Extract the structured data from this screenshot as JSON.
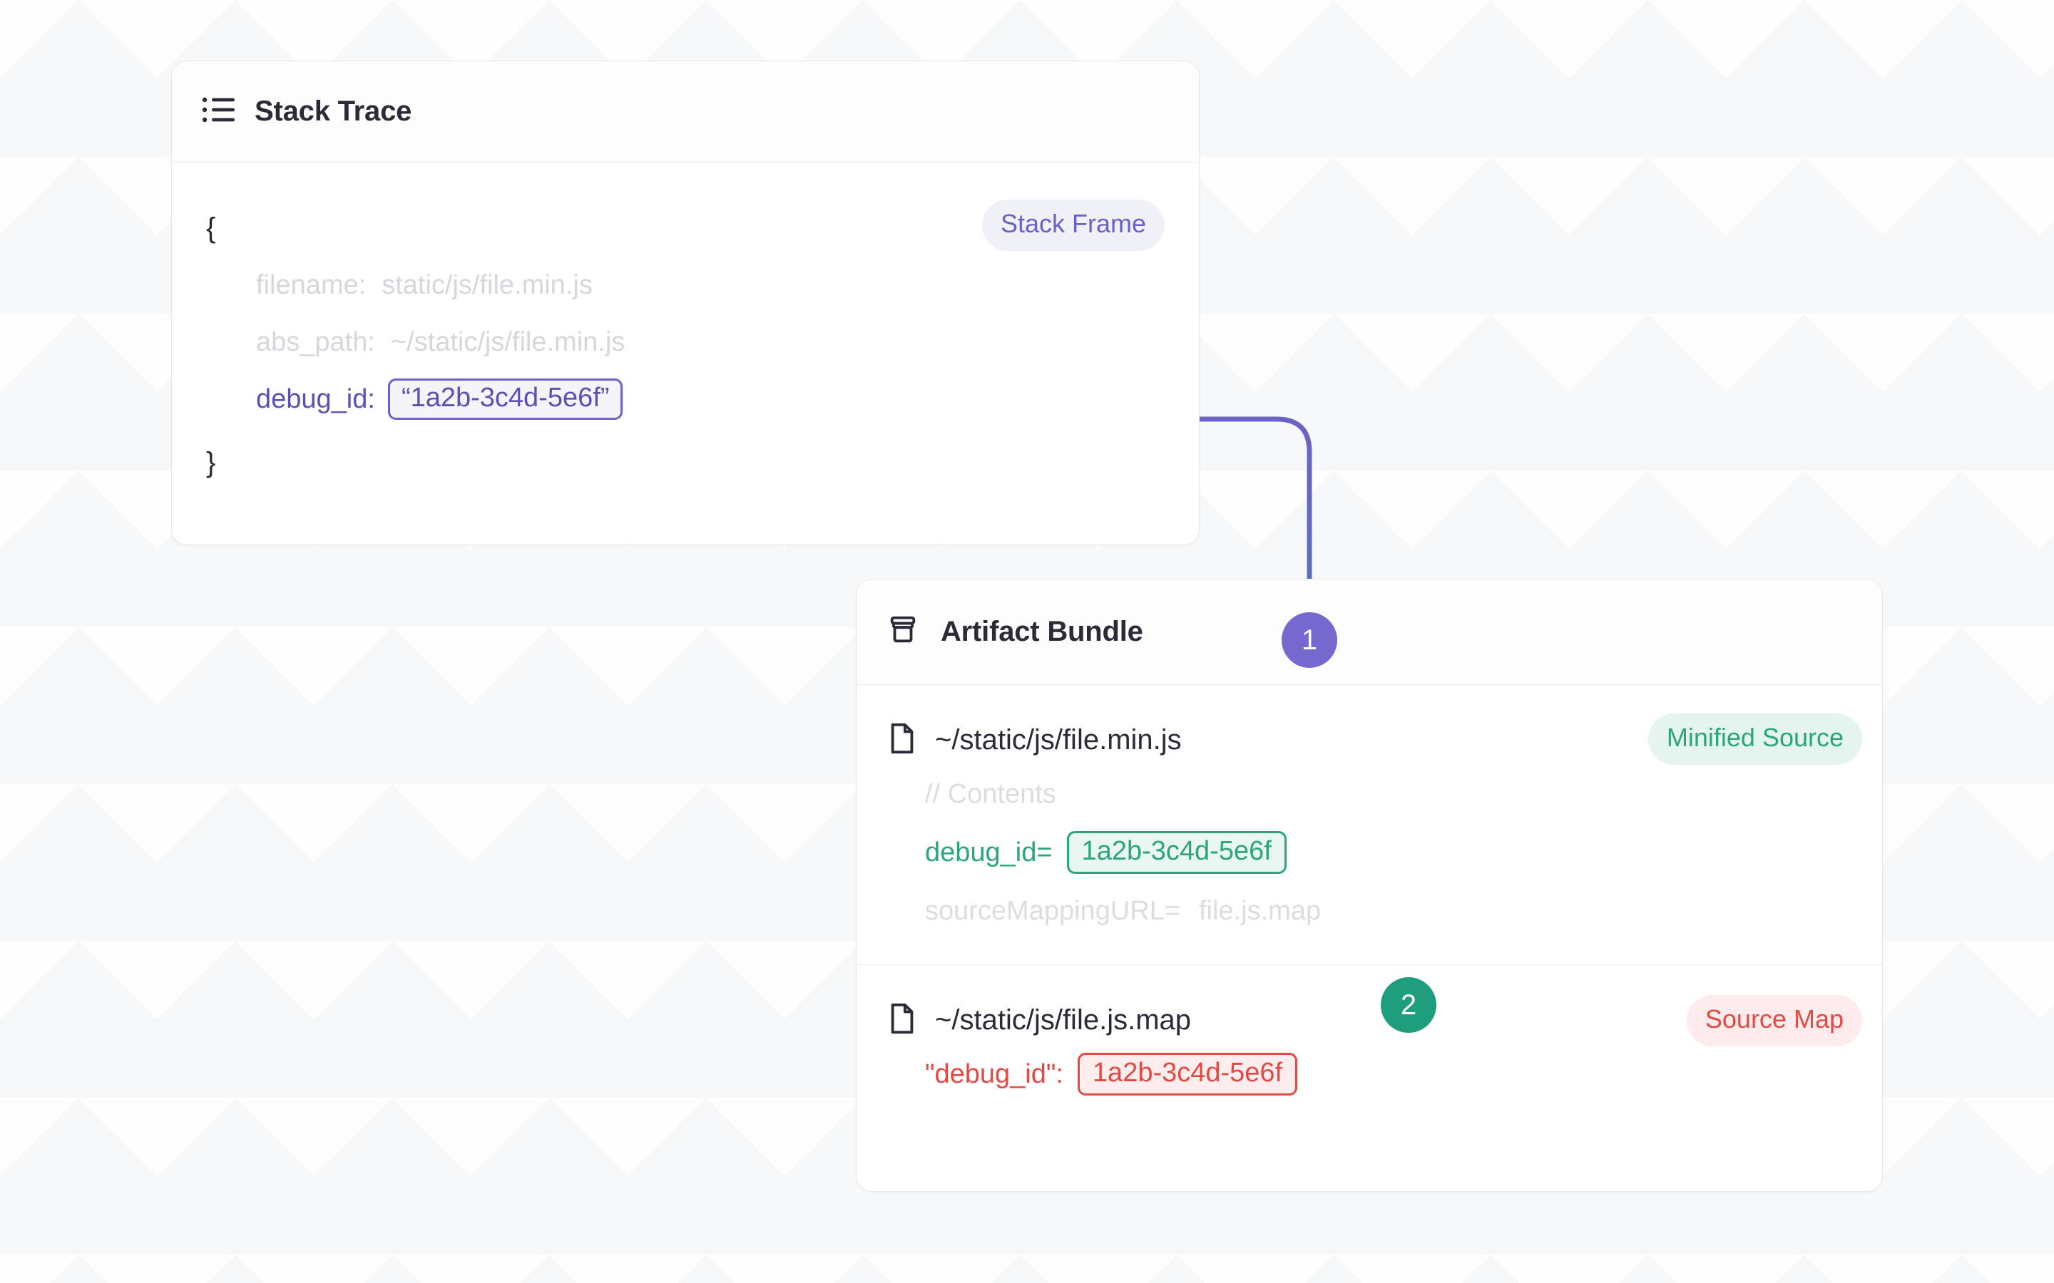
{
  "colors": {
    "background": "#f7f8fa",
    "purple": "#6b62c8",
    "purple_badge": "#7568cf",
    "green": "#2ca47c",
    "green_badge": "#1f9e7d",
    "red": "#e24a45",
    "text_dark": "#2b2b38",
    "muted": "#dcdde2"
  },
  "stack_trace": {
    "icon": "list-icon",
    "title": "Stack Trace",
    "badge": "Stack Frame",
    "open_brace": "{",
    "close_brace": "}",
    "fields": [
      {
        "key": "filename:",
        "value": "static/js/file.min.js"
      },
      {
        "key": "abs_path:",
        "value": "~/static/js/file.min.js"
      }
    ],
    "debug_id_key": "debug_id:",
    "debug_id_value": "“1a2b-3c4d-5e6f”"
  },
  "artifact_bundle": {
    "icon": "package-icon",
    "title": "Artifact Bundle",
    "sections": [
      {
        "file_icon": "file-icon",
        "file_name": "~/static/js/file.min.js",
        "badge": "Minified Source",
        "comment": "// Contents",
        "debug_id_key": "debug_id=",
        "debug_id_value": "1a2b-3c4d-5e6f",
        "source_map_key": "sourceMappingURL=",
        "source_map_value": "file.js.map"
      },
      {
        "file_icon": "file-icon",
        "file_name": "~/static/js/file.js.map",
        "badge": "Source Map",
        "debug_id_key": "\"debug_id\":",
        "debug_id_value": "1a2b-3c4d-5e6f"
      }
    ]
  },
  "steps": [
    {
      "number": "1"
    },
    {
      "number": "2"
    }
  ]
}
